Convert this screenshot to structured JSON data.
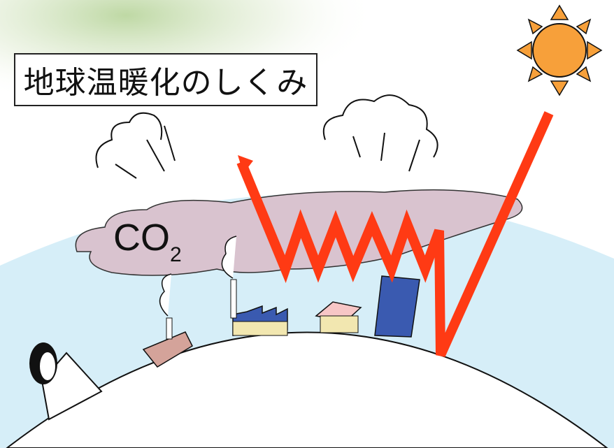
{
  "title": "地球温暖化のしくみ",
  "co2": {
    "main": "CO",
    "sub": "2"
  },
  "colors": {
    "sky": "#d6eef8",
    "cloud_co2": "#d9c3cf",
    "sun": "#f7a03a",
    "arrow": "#ff3a14",
    "building": "#3a5ab0"
  },
  "icons": [
    "sun-icon",
    "cloud-icon",
    "factory-icon",
    "house-icon",
    "building-icon",
    "penguin-icon",
    "iceberg-icon",
    "arrow-icon"
  ]
}
